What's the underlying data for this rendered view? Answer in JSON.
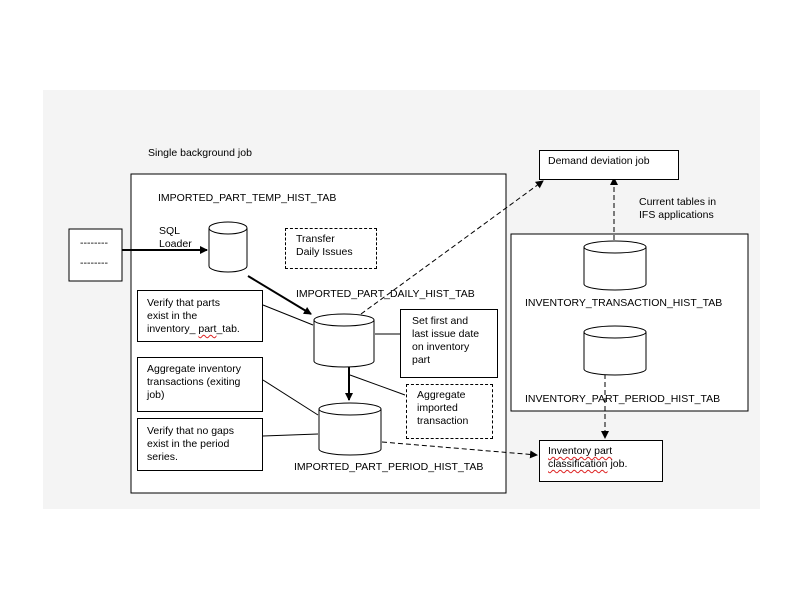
{
  "background_label": "Single background job",
  "tables": {
    "temp_hist": "IMPORTED_PART_TEMP_HIST_TAB",
    "daily_hist": "IMPORTED_PART_DAILY_HIST_TAB",
    "period_hist": "IMPORTED_PART_PERIOD_HIST_TAB",
    "transaction_hist": "INVENTORY_TRANSACTION_HIST_TAB",
    "part_period_hist": "INVENTORY_PART_PERIOD_HIST_TAB"
  },
  "sql_loader": {
    "line1": "SQL",
    "line2": "Loader"
  },
  "input_file": {
    "line1": "--------",
    "line2": "--------"
  },
  "transfer_daily": {
    "line1": "Transfer",
    "line2": "Daily Issues"
  },
  "verify_parts": {
    "line1": "Verify that parts",
    "line2": "exist in the",
    "line3_a": "inventory_ ",
    "line3_b": "part",
    "line3_c": "_tab."
  },
  "set_dates": {
    "line1": "Set first and",
    "line2": "last issue date",
    "line3": "on inventory",
    "line4": "part"
  },
  "aggregate_inv": {
    "line1": "Aggregate inventory",
    "line2": "transactions (exiting",
    "line3": "job)"
  },
  "aggregate_imported": {
    "line1": "Aggregate",
    "line2": "imported",
    "line3": "transaction"
  },
  "verify_gaps": {
    "line1": "Verify that no gaps",
    "line2": "exist in the period",
    "line3": "series."
  },
  "demand_job": "Demand deviation job",
  "current_tables": {
    "line1": "Current tables in",
    "line2": "IFS applications"
  },
  "classification_job": {
    "line1_a": "Inventory part",
    "line2_a": "classification",
    "line2_b": " job."
  }
}
